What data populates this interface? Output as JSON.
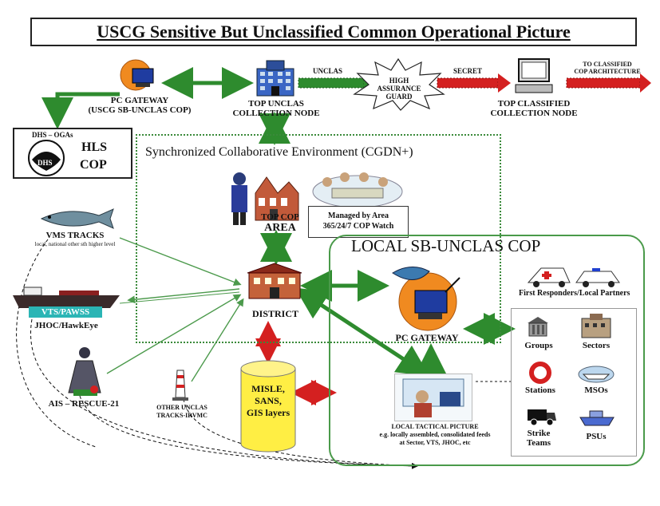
{
  "title": "USCG Sensitive But Unclassified Common Operational Picture",
  "nodes": {
    "pc_gateway_top": {
      "line1": "PC GATEWAY",
      "line2": "(USCG SB-UNCLAS COP)"
    },
    "top_unclas": {
      "line1": "TOP UNCLAS",
      "line2": "COLLECTION NODE"
    },
    "guard": {
      "line1": "HIGH",
      "line2": "ASSURANCE GUARD"
    },
    "top_classified": {
      "line1": "TOP CLASSIFIED",
      "line2": "COLLECTION NODE"
    },
    "to_classified": {
      "line1": "TO CLASSIFIED",
      "line2": "COP ARCHITECTURE"
    },
    "dhs": {
      "label": "DHS – OGAs",
      "hls": "HLS",
      "cop": "COP"
    },
    "cgdn": "Synchronized Collaborative Environment (CGDN+)",
    "top_cop": {
      "line1": "TOP COP",
      "line2": "AREA"
    },
    "watch": {
      "line1": "Managed by Area",
      "line2": "365/24/7 COP Watch"
    },
    "vms": {
      "line1": "VMS TRACKS",
      "line2": "local, national other sth higher level"
    },
    "vts": {
      "banner": "VTS/PAWSS",
      "label": "JHOC/HawkEye"
    },
    "ais": "AIS – RESCUE-21",
    "other": {
      "line1": "OTHER UNCLAS",
      "line2": "TRACKS-IRVMC"
    },
    "district": "DISTRICT",
    "misle": {
      "line1": "MISLE,",
      "line2": "SANS,",
      "line3": "GIS layers"
    },
    "local_cop": "LOCAL SB-UNCLAS COP",
    "pc_gateway_local": "PC GATEWAY",
    "tactical": {
      "line1": "LOCAL TACTICAL PICTURE",
      "line2": "e.g. locally assembled, consolidated feeds",
      "line3": "at Sector, VTS, JHOC, etc"
    },
    "first_responders": "First Responders/Local Partners",
    "partners": {
      "groups": "Groups",
      "sectors": "Sectors",
      "stations": "Stations",
      "msos": "MSOs",
      "strike_line1": "Strike",
      "strike_line2": "Teams",
      "psus": "PSUs"
    }
  },
  "arrow_labels": {
    "unclas": "UNCLAS",
    "secret": "SECRET"
  },
  "colors": {
    "green": "#2e8b2e",
    "red": "#d42020",
    "yellow": "#ffee44",
    "teal": "#2bb5b5"
  }
}
